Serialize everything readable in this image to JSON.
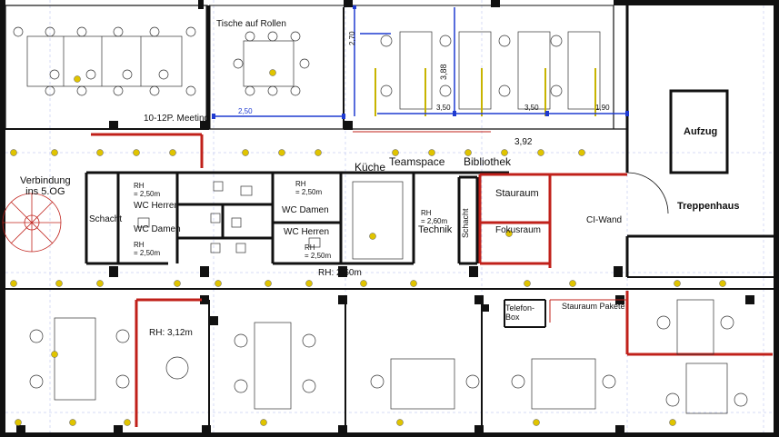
{
  "rooms": {
    "tische_auf_rollen": "Tische auf Rollen",
    "meeting": "10-12P. Meeting",
    "aufzug": "Aufzug",
    "treppenhaus": "Treppenhaus",
    "kueche": "Küche",
    "teamspace": "Teamspace",
    "bibliothek": "Bibliothek",
    "verbindung": "Verbindung\nins 5.OG",
    "schacht_left": "Schacht",
    "wc_herren_left": "WC Herren",
    "wc_damen_left": "WC Damen",
    "wc_damen_right": "WC Damen",
    "wc_herren_right": "WC Herren",
    "technik": "Technik",
    "schacht_right": "Schacht",
    "stauraum": "Stauraum",
    "fokusraum": "Fokusraum",
    "ci_wand": "CI-Wand",
    "stauraum_pakete": "Stauraum Pakete",
    "telefon_box": "Telefon-\nBox"
  },
  "heights": {
    "rh_250_a": "RH\n= 2,50m",
    "rh_250_b": "RH\n= 2,50m",
    "rh_250_c": "RH\n= 2,50m",
    "rh_250_d": "RH\n= 2,50m",
    "rh_260": "RH\n= 2,60m",
    "rh_260_corridor": "RH: 2,60m",
    "rh_312": "RH: 3,12m"
  },
  "dimensions": {
    "d_250": "2,50",
    "d_270": "2,70",
    "d_388": "3,88",
    "d_350_a": "3,50",
    "d_350_b": "3,50",
    "d_190": "1,90",
    "d_392": "3,92"
  },
  "colors": {
    "wall": "#111111",
    "dimension": "#1f3bd1",
    "highlight_wall": "#c0201a",
    "grid": "#7a86e0",
    "fixture": "#c8b400"
  }
}
